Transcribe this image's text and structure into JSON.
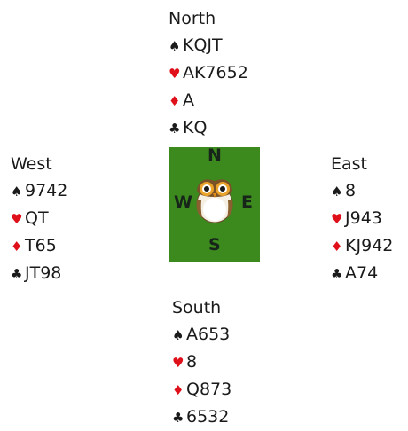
{
  "north": {
    "name": "North",
    "spades": "KQJT",
    "hearts": "AK7652",
    "diamonds": "A",
    "clubs": "KQ"
  },
  "west": {
    "name": "West",
    "spades": "9742",
    "hearts": "QT",
    "diamonds": "T65",
    "clubs": "JT98"
  },
  "east": {
    "name": "East",
    "spades": "8",
    "hearts": "J943",
    "diamonds": "KJ942",
    "clubs": "A74"
  },
  "south": {
    "name": "South",
    "spades": "A653",
    "hearts": "8",
    "diamonds": "Q873",
    "clubs": "6532"
  },
  "compass": {
    "n": "N",
    "s": "S",
    "e": "E",
    "w": "W",
    "background": "#3c8a1e",
    "icon": "owl-icon"
  },
  "suit_symbols": {
    "spade": "♠",
    "heart": "♥",
    "diamond": "♦",
    "club": "♣"
  },
  "colors": {
    "red_suits": "#e0101a",
    "black_suits": "#1a1a1a"
  }
}
